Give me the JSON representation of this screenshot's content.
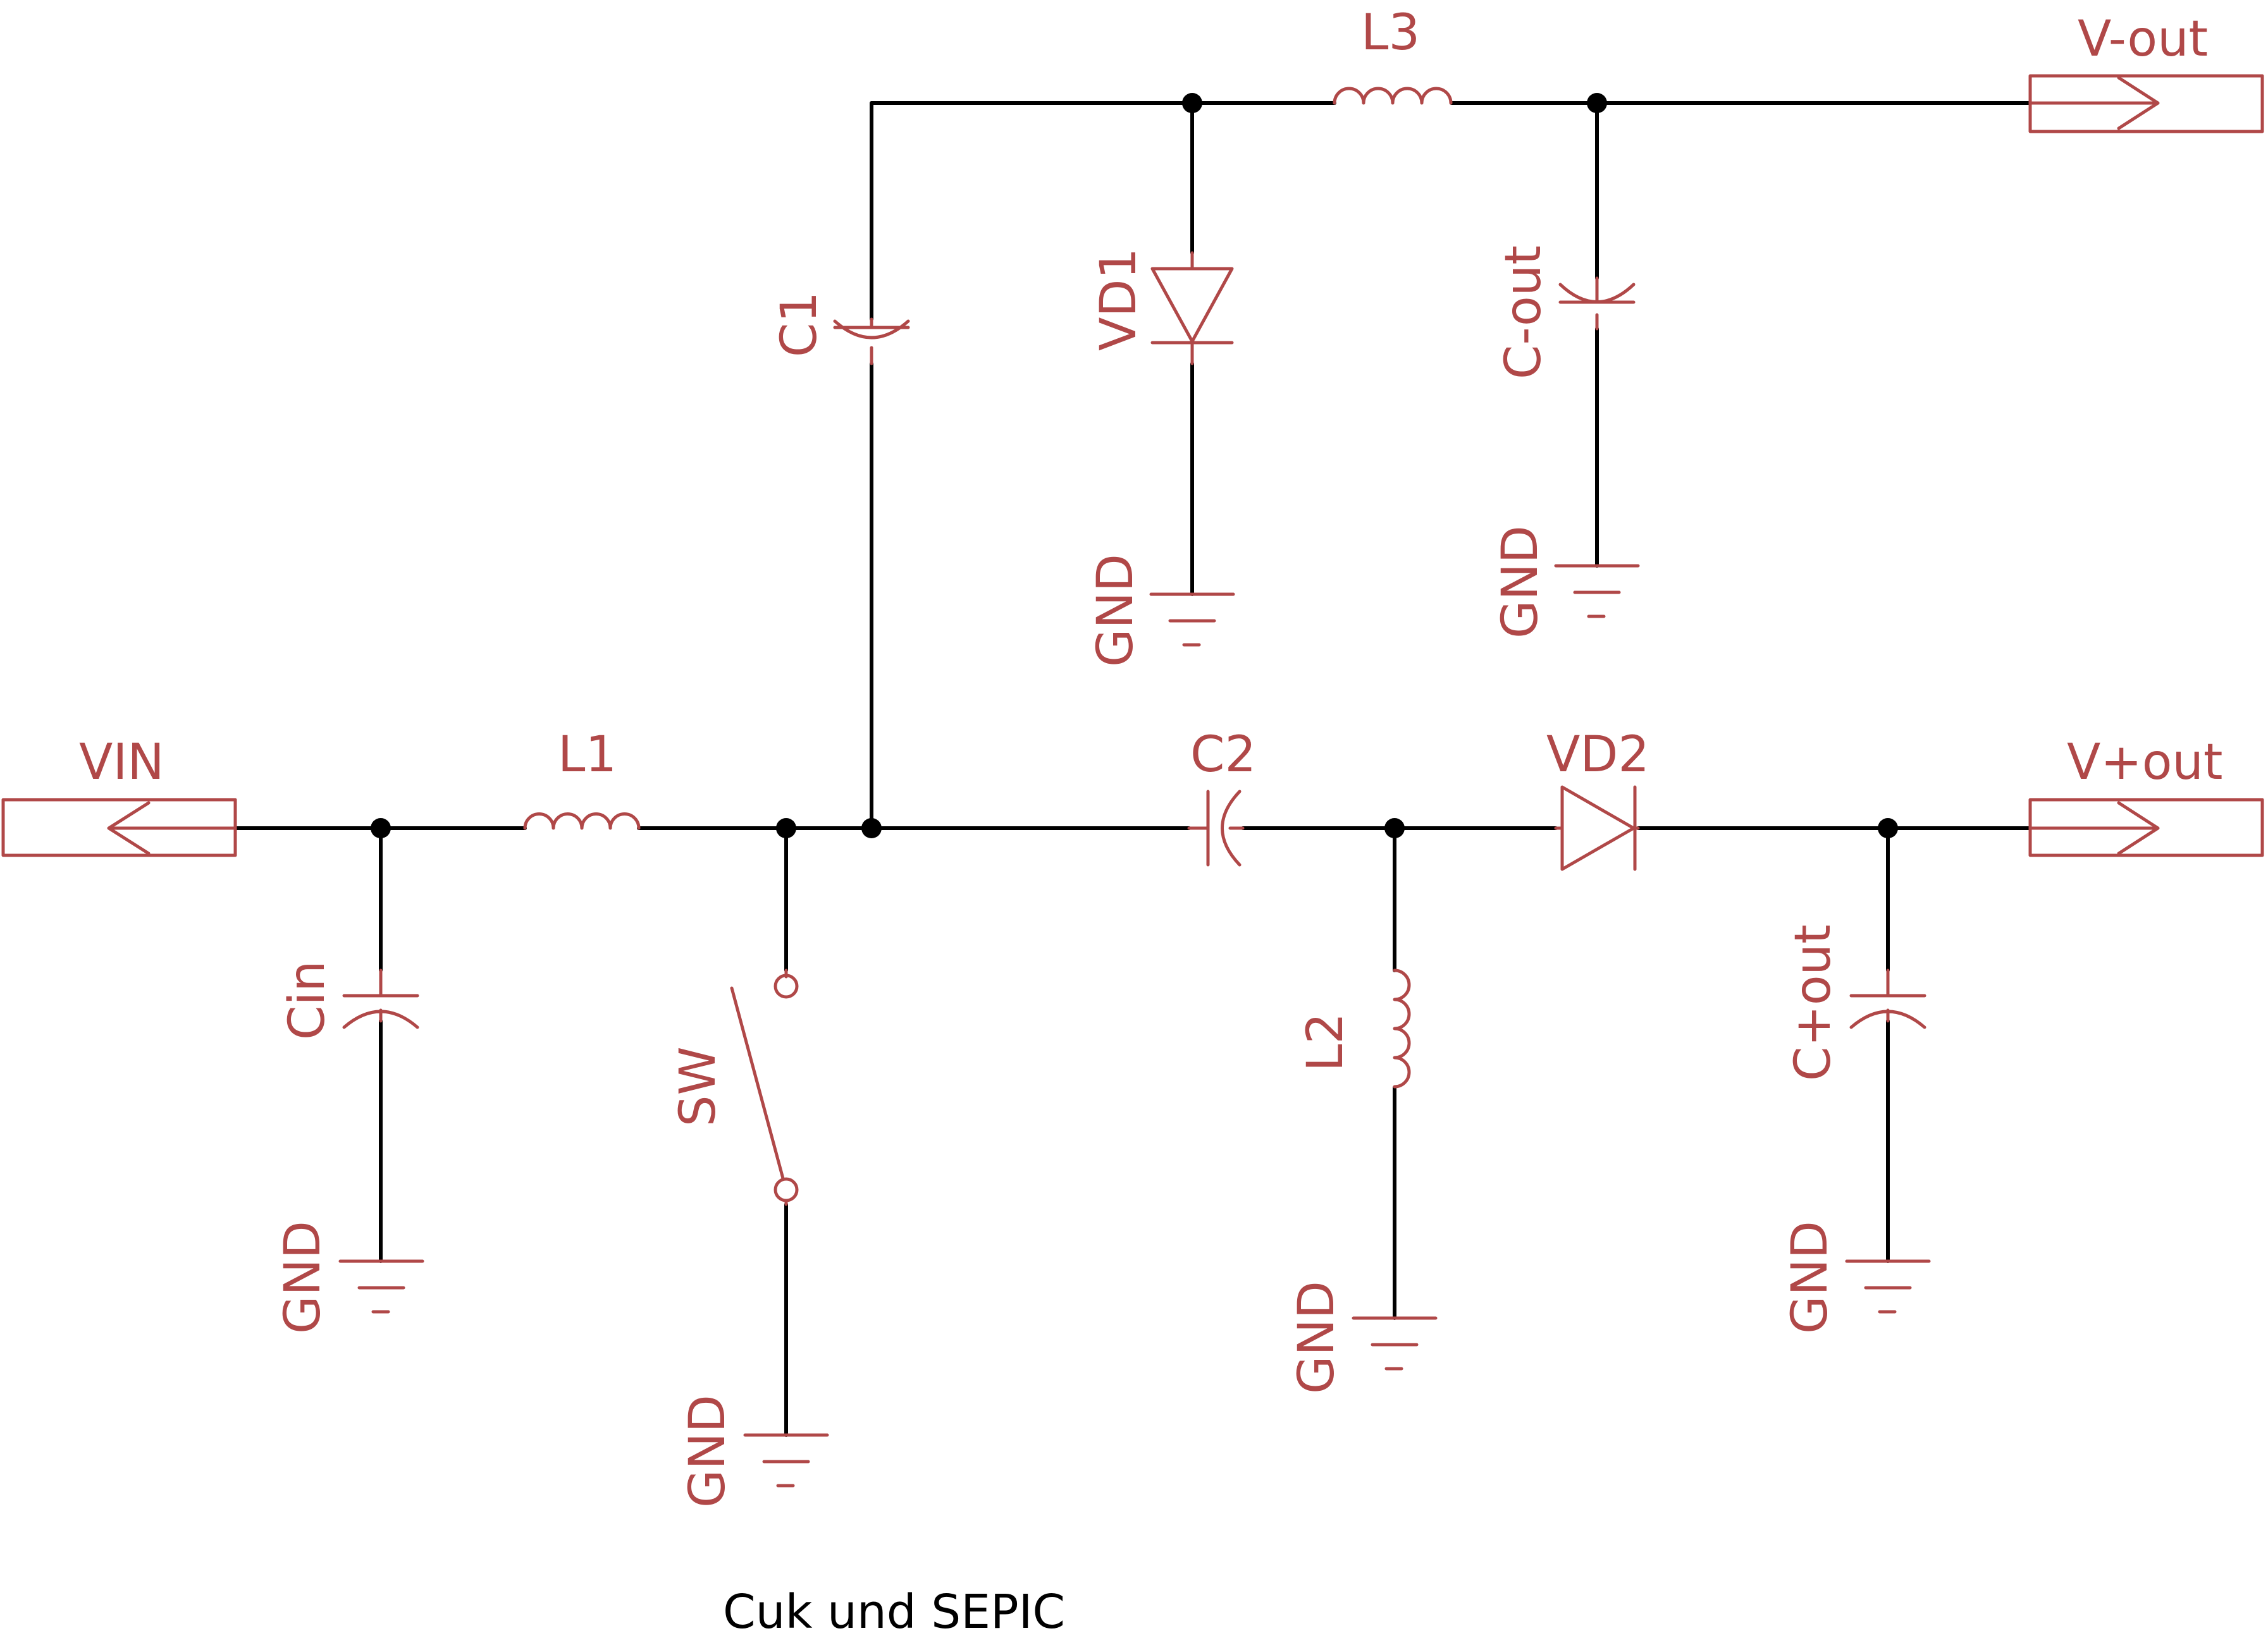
{
  "title": "Cuk und SEPIC",
  "colors": {
    "wire": "#000000",
    "symbol": "#b04848",
    "background": "#ffffff"
  },
  "ports": {
    "vin": "VIN",
    "vout_neg": "V-out",
    "vout_pos": "V+out"
  },
  "components": {
    "l1": "L1",
    "l2": "L2",
    "l3": "L3",
    "c1": "C1",
    "c2": "C2",
    "cin": "Cin",
    "cout_neg": "C-out",
    "cout_pos": "C+out",
    "vd1": "VD1",
    "vd2": "VD2",
    "sw": "SW"
  },
  "ground": {
    "label": "GND"
  }
}
